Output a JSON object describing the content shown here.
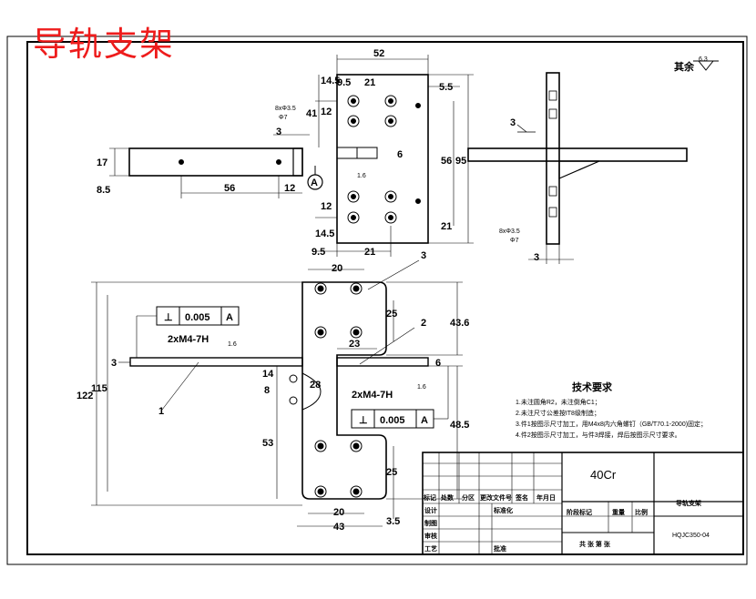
{
  "title": "导轨支架",
  "roughness": {
    "label": "其余",
    "value": "6.3"
  },
  "top_view": {
    "dims": [
      "52",
      "9.5",
      "21",
      "5.5",
      "14.5",
      "12",
      "41",
      "3",
      "6",
      "1.6",
      "56",
      "95",
      "17",
      "8.5",
      "56",
      "12",
      "12",
      "14.5",
      "21",
      "9.5",
      "21"
    ],
    "hole_note_1": "8xΦ3.5",
    "hole_note_2": "Φ7",
    "datum": "A"
  },
  "side_view": {
    "dims": [
      "3",
      "3"
    ],
    "hole_note_1": "8xΦ3.5",
    "hole_note_2": "Φ7"
  },
  "front_view": {
    "dims": [
      "20",
      "25",
      "43.6",
      "23",
      "6",
      "48.5",
      "25",
      "3.5",
      "20",
      "43",
      "122",
      "115",
      "53",
      "14",
      "8",
      "28",
      "3"
    ],
    "fcf1": {
      "symbol": "⊥",
      "value": "0.005",
      "datum": "A"
    },
    "fcf2": {
      "symbol": "⊥",
      "value": "0.005",
      "datum": "A"
    },
    "thread1": "2xM4-7H",
    "thread2": "2xM4-7H",
    "rough1": "1.6",
    "rough2": "1.6",
    "balloons": [
      "1",
      "2",
      "3"
    ]
  },
  "tech_req": {
    "title": "技术要求",
    "items": [
      "1.未注圆角R2，未注倒角C1；",
      "2.未注尺寸公差按IT8级制造；",
      "3.件1按图示尺寸加工，用M4x8内六角螺钉（GB/T70.1-2000)固定；",
      "4.件2按图示尺寸加工，与件3焊接，焊后按图示尺寸要求。"
    ]
  },
  "title_block": {
    "material": "40Cr",
    "part_name": "导轨支架",
    "drawing_no": "HQJC350-04",
    "col_labels": [
      "标记",
      "处数",
      "分区",
      "更改文件号",
      "签名",
      "年月日"
    ],
    "row_labels": [
      "设计",
      "制图",
      "审核",
      "工艺"
    ],
    "std_label": "标准化",
    "approve_label": "批准",
    "stage_label": "阶段标记",
    "weight_label": "重量",
    "scale_label": "比例",
    "sheets_label": "共 张 第 张"
  }
}
